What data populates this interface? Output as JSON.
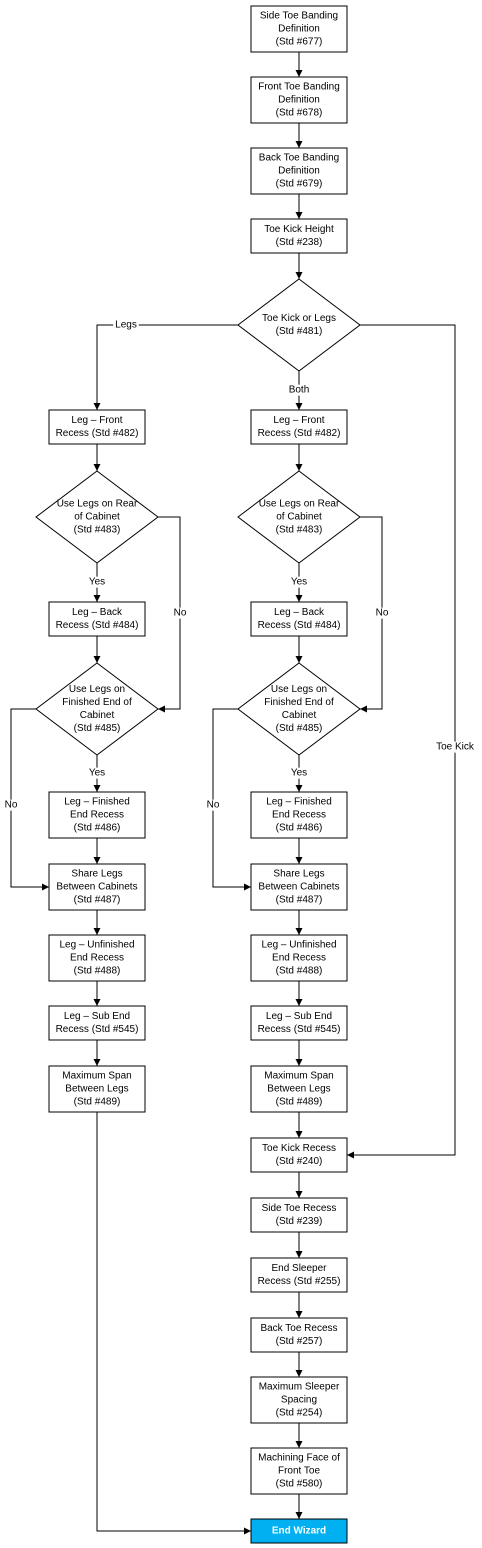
{
  "nodes": {
    "side_toe_banding": [
      "Side Toe Banding",
      "Definition",
      "(Std #677)"
    ],
    "front_toe_banding": [
      "Front Toe Banding",
      "Definition",
      "(Std #678)"
    ],
    "back_toe_banding": [
      "Back Toe Banding",
      "Definition",
      "(Std #679)"
    ],
    "toe_kick_height": [
      "Toe Kick Height",
      "(Std #238)"
    ],
    "toe_kick_or_legs": [
      "Toe Kick or Legs",
      "(Std #481)"
    ],
    "l_leg_front": [
      "Leg – Front",
      "Recess (Std #482)"
    ],
    "l_use_legs_rear": [
      "Use Legs on Rear",
      "of Cabinet",
      "(Std #483)"
    ],
    "l_leg_back": [
      "Leg – Back",
      "Recess (Std #484)"
    ],
    "l_use_legs_finished": [
      "Use Legs on",
      "Finished End of",
      "Cabinet",
      "(Std #485)"
    ],
    "l_leg_finished_end": [
      "Leg – Finished",
      "End Recess",
      "(Std #486)"
    ],
    "l_share_legs": [
      "Share Legs",
      "Between Cabinets",
      "(Std #487)"
    ],
    "l_leg_unfinished_end": [
      "Leg – Unfinished",
      "End Recess",
      "(Std #488)"
    ],
    "l_leg_sub_end": [
      "Leg – Sub End",
      "Recess (Std #545)"
    ],
    "l_max_span": [
      "Maximum Span",
      "Between Legs",
      "(Std #489)"
    ],
    "m_leg_front": [
      "Leg – Front",
      "Recess (Std #482)"
    ],
    "m_use_legs_rear": [
      "Use Legs on Rear",
      "of Cabinet",
      "(Std #483)"
    ],
    "m_leg_back": [
      "Leg – Back",
      "Recess (Std #484)"
    ],
    "m_use_legs_finished": [
      "Use Legs on",
      "Finished End of",
      "Cabinet",
      "(Std #485)"
    ],
    "m_leg_finished_end": [
      "Leg – Finished",
      "End Recess",
      "(Std #486)"
    ],
    "m_share_legs": [
      "Share Legs",
      "Between Cabinets",
      "(Std #487)"
    ],
    "m_leg_unfinished_end": [
      "Leg – Unfinished",
      "End Recess",
      "(Std #488)"
    ],
    "m_leg_sub_end": [
      "Leg – Sub End",
      "Recess (Std #545)"
    ],
    "m_max_span": [
      "Maximum Span",
      "Between Legs",
      "(Std #489)"
    ],
    "toe_kick_recess": [
      "Toe Kick Recess",
      "(Std #240)"
    ],
    "side_toe_recess": [
      "Side Toe Recess",
      "(Std #239)"
    ],
    "end_sleeper_recess": [
      "End Sleeper",
      "Recess (Std #255)"
    ],
    "back_toe_recess": [
      "Back Toe Recess",
      "(Std #257)"
    ],
    "max_sleeper_spacing": [
      "Maximum Sleeper",
      "Spacing",
      "(Std #254)"
    ],
    "machining_face": [
      "Machining Face of",
      "Front Toe",
      "(Std #580)"
    ],
    "end_wizard": [
      "End Wizard"
    ]
  },
  "edge_labels": {
    "legs": "Legs",
    "both": "Both",
    "toe_kick": "Toe Kick",
    "l_yes_1": "Yes",
    "l_no_1": "No",
    "l_yes_2": "Yes",
    "l_no_2": "No",
    "m_yes_1": "Yes",
    "m_no_1": "No",
    "m_yes_2": "Yes",
    "m_no_2": "No"
  },
  "colors": {
    "end_wizard_fill": "#00b0f0",
    "line": "#000000"
  }
}
